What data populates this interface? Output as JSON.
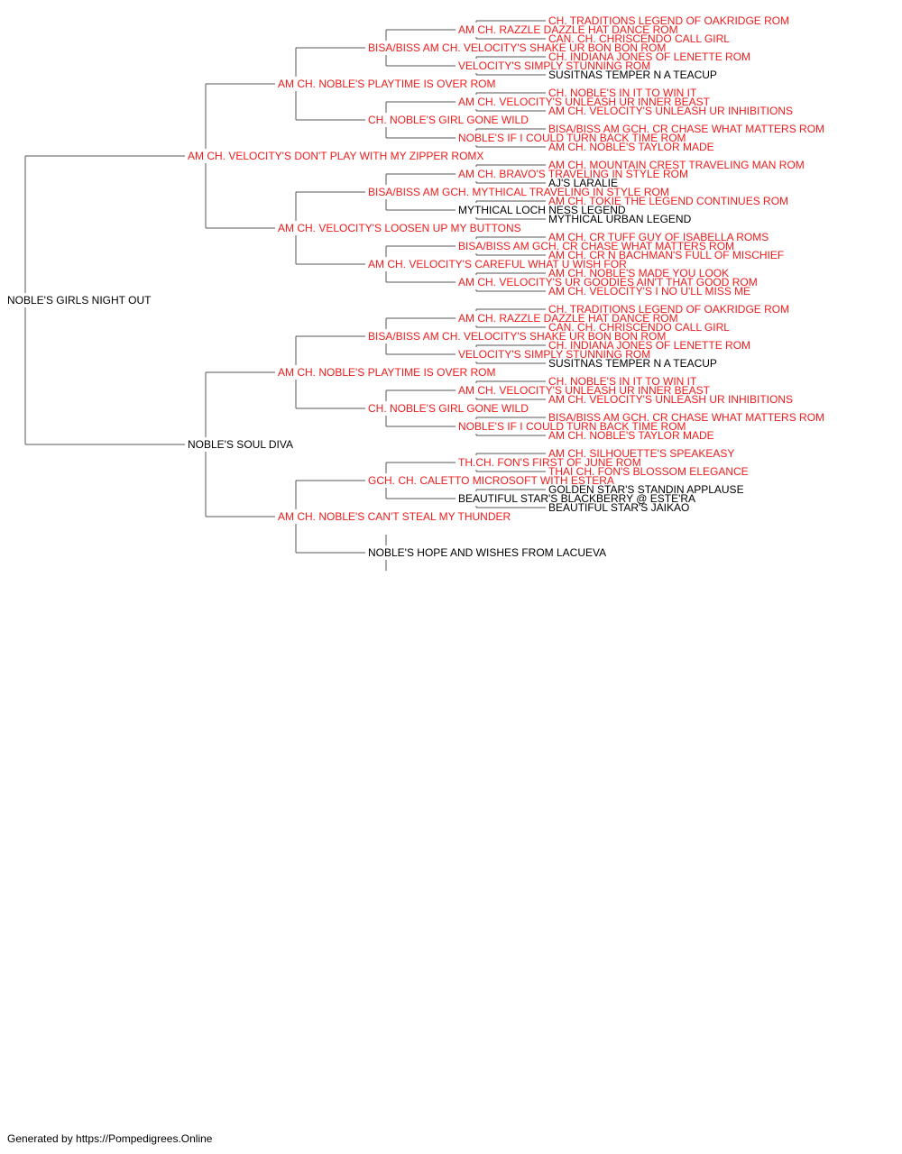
{
  "colors": {
    "titled": "#ee1c1c",
    "untitled": "#000000",
    "line": "#555555"
  },
  "pedigree": {
    "name": "NOBLE'S GIRLS NIGHT OUT",
    "titled": false,
    "sire": {
      "name": "AM CH. VELOCITY'S DON'T PLAY WITH MY ZIPPER ROMX",
      "titled": true,
      "sire": {
        "name": "AM CH. NOBLE'S PLAYTIME IS OVER ROM",
        "titled": true,
        "sire": {
          "name": "BISA/BISS AM CH. VELOCITY'S SHAKE UR BON BON ROM",
          "titled": true,
          "sire": {
            "name": "AM CH. RAZZLE DAZZLE HAT DANCE ROM",
            "titled": true,
            "sire": {
              "name": "CH. TRADITIONS LEGEND OF OAKRIDGE ROM",
              "titled": true
            },
            "dam": {
              "name": "CAN. CH. CHRISCENDO CALL GIRL",
              "titled": true
            }
          },
          "dam": {
            "name": "VELOCITY'S SIMPLY STUNNING ROM",
            "titled": true,
            "sire": {
              "name": "CH. INDIANA JONES OF LENETTE ROM",
              "titled": true
            },
            "dam": {
              "name": "SUSITNAS TEMPER N A TEACUP",
              "titled": false
            }
          }
        },
        "dam": {
          "name": "CH. NOBLE'S GIRL GONE WILD",
          "titled": true,
          "sire": {
            "name": "AM CH. VELOCITY'S UNLEASH UR INNER BEAST",
            "titled": true,
            "sire": {
              "name": "CH. NOBLE'S IN IT TO WIN IT",
              "titled": true
            },
            "dam": {
              "name": "AM CH. VELOCITY'S UNLEASH UR INHIBITIONS",
              "titled": true
            }
          },
          "dam": {
            "name": "NOBLE'S IF I COULD TURN BACK TIME ROM",
            "titled": true,
            "sire": {
              "name": "BISA/BISS AM GCH. CR CHASE WHAT MATTERS ROM",
              "titled": true
            },
            "dam": {
              "name": "AM CH. NOBLE'S TAYLOR MADE",
              "titled": true
            }
          }
        }
      },
      "dam": {
        "name": "AM CH. VELOCITY'S LOOSEN UP MY BUTTONS",
        "titled": true,
        "sire": {
          "name": "BISA/BISS AM GCH. MYTHICAL TRAVELING IN STYLE ROM",
          "titled": true,
          "sire": {
            "name": "AM CH. BRAVO'S TRAVELING IN STYLE ROM",
            "titled": true,
            "sire": {
              "name": "AM CH. MOUNTAIN CREST TRAVELING MAN ROM",
              "titled": true
            },
            "dam": {
              "name": "AJ'S LARALIE",
              "titled": false
            }
          },
          "dam": {
            "name": "MYTHICAL LOCH NESS LEGEND",
            "titled": false,
            "sire": {
              "name": "AM CH. TOKIE THE LEGEND CONTINUES ROM",
              "titled": true
            },
            "dam": {
              "name": "MYTHICAL URBAN LEGEND",
              "titled": false
            }
          }
        },
        "dam": {
          "name": "AM CH. VELOCITY'S CAREFUL WHAT U WISH FOR",
          "titled": true,
          "sire": {
            "name": "BISA/BISS AM GCH. CR CHASE WHAT MATTERS ROM",
            "titled": true,
            "sire": {
              "name": "AM CH. CR TUFF GUY OF ISABELLA ROMS",
              "titled": true
            },
            "dam": {
              "name": "AM CH. CR N BACHMAN'S FULL OF MISCHIEF",
              "titled": true
            }
          },
          "dam": {
            "name": "AM CH. VELOCITY'S UR GOODIES AIN'T THAT GOOD ROM",
            "titled": true,
            "sire": {
              "name": "AM CH. NOBLE'S MADE YOU LOOK",
              "titled": true
            },
            "dam": {
              "name": "AM CH. VELOCITY'S I NO U'LL MISS ME",
              "titled": true
            }
          }
        }
      }
    },
    "dam": {
      "name": "NOBLE'S SOUL DIVA",
      "titled": false,
      "sire": {
        "name": "AM CH. NOBLE'S PLAYTIME IS OVER ROM",
        "titled": true,
        "sire": {
          "name": "BISA/BISS AM CH. VELOCITY'S SHAKE UR BON BON ROM",
          "titled": true,
          "sire": {
            "name": "AM CH. RAZZLE DAZZLE HAT DANCE ROM",
            "titled": true,
            "sire": {
              "name": "CH. TRADITIONS LEGEND OF OAKRIDGE ROM",
              "titled": true
            },
            "dam": {
              "name": "CAN. CH. CHRISCENDO CALL GIRL",
              "titled": true
            }
          },
          "dam": {
            "name": "VELOCITY'S SIMPLY STUNNING ROM",
            "titled": true,
            "sire": {
              "name": "CH. INDIANA JONES OF LENETTE ROM",
              "titled": true
            },
            "dam": {
              "name": "SUSITNAS TEMPER N A TEACUP",
              "titled": false
            }
          }
        },
        "dam": {
          "name": "CH. NOBLE'S GIRL GONE WILD",
          "titled": true,
          "sire": {
            "name": "AM CH. VELOCITY'S UNLEASH UR INNER BEAST",
            "titled": true,
            "sire": {
              "name": "CH. NOBLE'S IN IT TO WIN IT",
              "titled": true
            },
            "dam": {
              "name": "AM CH. VELOCITY'S UNLEASH UR INHIBITIONS",
              "titled": true
            }
          },
          "dam": {
            "name": "NOBLE'S IF I COULD TURN BACK TIME ROM",
            "titled": true,
            "sire": {
              "name": "BISA/BISS AM GCH. CR CHASE WHAT MATTERS ROM",
              "titled": true
            },
            "dam": {
              "name": "AM CH. NOBLE'S TAYLOR MADE",
              "titled": true
            }
          }
        }
      },
      "dam": {
        "name": "AM CH. NOBLE'S CAN'T STEAL MY THUNDER",
        "titled": true,
        "sire": {
          "name": "GCH. CH. CALETTO MICROSOFT WITH ESTERA",
          "titled": true,
          "sire": {
            "name": "TH.CH. FON'S FIRST OF JUNE ROM",
            "titled": true,
            "sire": {
              "name": "AM CH. SILHOUETTE'S SPEAKEASY",
              "titled": true
            },
            "dam": {
              "name": "THAI CH. FON'S BLOSSOM ELEGANCE",
              "titled": true
            }
          },
          "dam": {
            "name": "BEAUTIFUL STAR'S BLACKBERRY @ ESTE'RA",
            "titled": false,
            "sire": {
              "name": "GOLDEN STAR'S STANDIN APPLAUSE",
              "titled": false
            },
            "dam": {
              "name": "BEAUTIFUL STAR'S JAIKAO",
              "titled": false
            }
          }
        },
        "dam": {
          "name": "NOBLE'S HOPE AND WISHES FROM LACUEVA",
          "titled": false
        }
      }
    }
  },
  "footer": "Generated by https://Pompedigrees.Online"
}
